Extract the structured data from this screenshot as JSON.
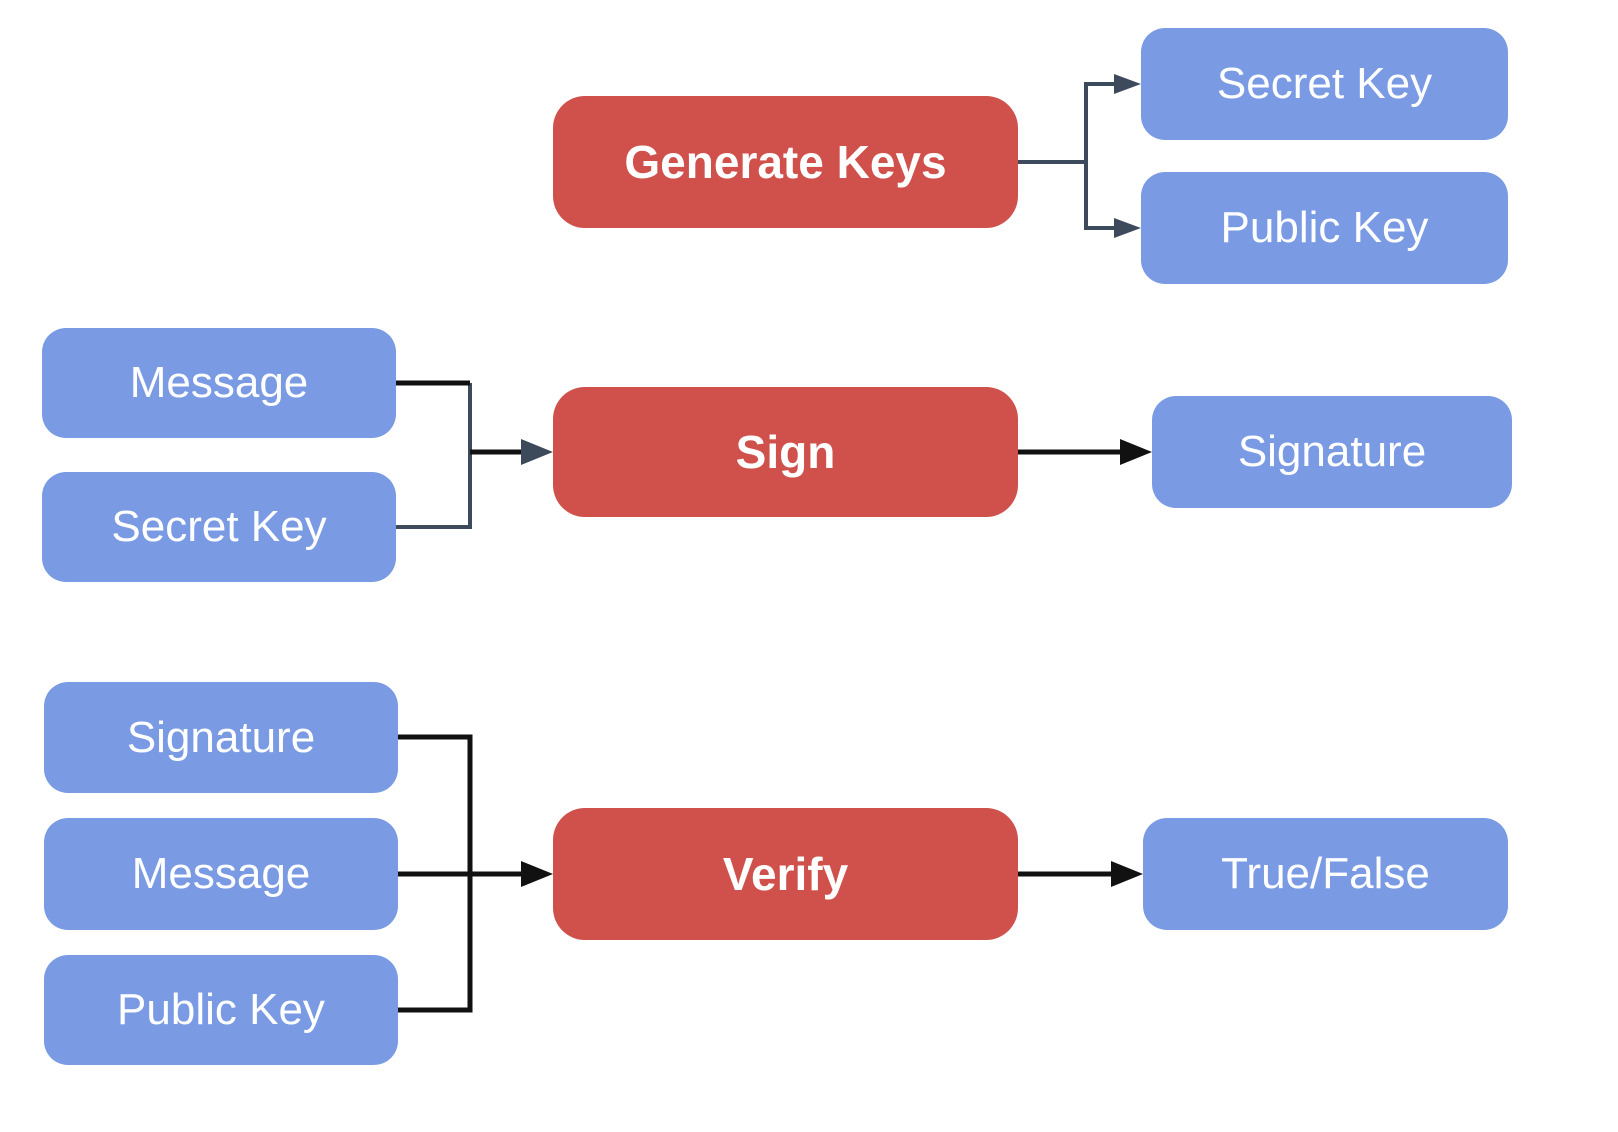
{
  "colors": {
    "process_red": "#d0514b",
    "data_blue": "#7a9be4",
    "connector_slate": "#3d4a5c",
    "connector_black": "#111111",
    "node_text": "#ffffff",
    "canvas_bg": "#ffffff"
  },
  "nodes": {
    "generate_keys": {
      "label": "Generate Keys",
      "type": "process"
    },
    "secret_key_out": {
      "label": "Secret Key",
      "type": "data"
    },
    "public_key_out": {
      "label": "Public Key",
      "type": "data"
    },
    "message_sign": {
      "label": "Message",
      "type": "data"
    },
    "secret_key_sign": {
      "label": "Secret Key",
      "type": "data"
    },
    "sign": {
      "label": "Sign",
      "type": "process"
    },
    "signature_out": {
      "label": "Signature",
      "type": "data"
    },
    "signature_verify": {
      "label": "Signature",
      "type": "data"
    },
    "message_verify": {
      "label": "Message",
      "type": "data"
    },
    "public_key_verify": {
      "label": "Public Key",
      "type": "data"
    },
    "verify": {
      "label": "Verify",
      "type": "process"
    },
    "true_false": {
      "label": "True/False",
      "type": "data"
    }
  },
  "edges": [
    {
      "from": "generate_keys",
      "to": "secret_key_out"
    },
    {
      "from": "generate_keys",
      "to": "public_key_out"
    },
    {
      "from": "message_sign",
      "to": "sign"
    },
    {
      "from": "secret_key_sign",
      "to": "sign"
    },
    {
      "from": "sign",
      "to": "signature_out"
    },
    {
      "from": "signature_verify",
      "to": "verify"
    },
    {
      "from": "message_verify",
      "to": "verify"
    },
    {
      "from": "public_key_verify",
      "to": "verify"
    },
    {
      "from": "verify",
      "to": "true_false"
    }
  ]
}
